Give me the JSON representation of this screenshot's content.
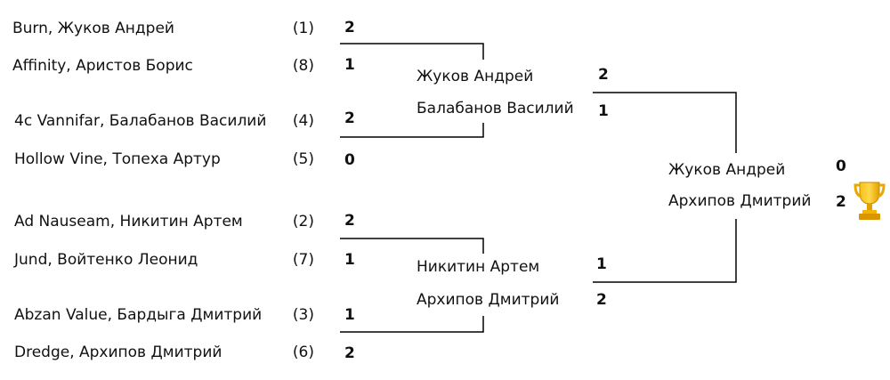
{
  "round1": [
    {
      "name": "Burn, Жуков Андрей",
      "seed": "(1)",
      "score": "2"
    },
    {
      "name": "Affinity, Аристов Борис",
      "seed": "(8)",
      "score": "1"
    },
    {
      "name": "4c Vannifar, Балабанов Василий",
      "seed": "(4)",
      "score": "2"
    },
    {
      "name": "Hollow Vine, Топеха Артур",
      "seed": "(5)",
      "score": "0"
    },
    {
      "name": "Ad Nauseam, Никитин Артем",
      "seed": "(2)",
      "score": "2"
    },
    {
      "name": "Jund, Войтенко Леонид",
      "seed": "(7)",
      "score": "1"
    },
    {
      "name": "Abzan Value, Бардыга Дмитрий",
      "seed": "(3)",
      "score": "1"
    },
    {
      "name": "Dredge, Архипов Дмитрий",
      "seed": "(6)",
      "score": "2"
    }
  ],
  "round2": [
    {
      "name": "Жуков Андрей",
      "score": "2"
    },
    {
      "name": "Балабанов Василий",
      "score": "1"
    },
    {
      "name": "Никитин Артем",
      "score": "1"
    },
    {
      "name": "Архипов Дмитрий",
      "score": "2"
    }
  ],
  "final": [
    {
      "name": "Жуков Андрей",
      "score": "0"
    },
    {
      "name": "Архипов Дмитрий",
      "score": "2"
    }
  ],
  "champion_icon": "trophy-icon",
  "colors": {
    "trophy": "#f5b400",
    "line": "#000000"
  }
}
